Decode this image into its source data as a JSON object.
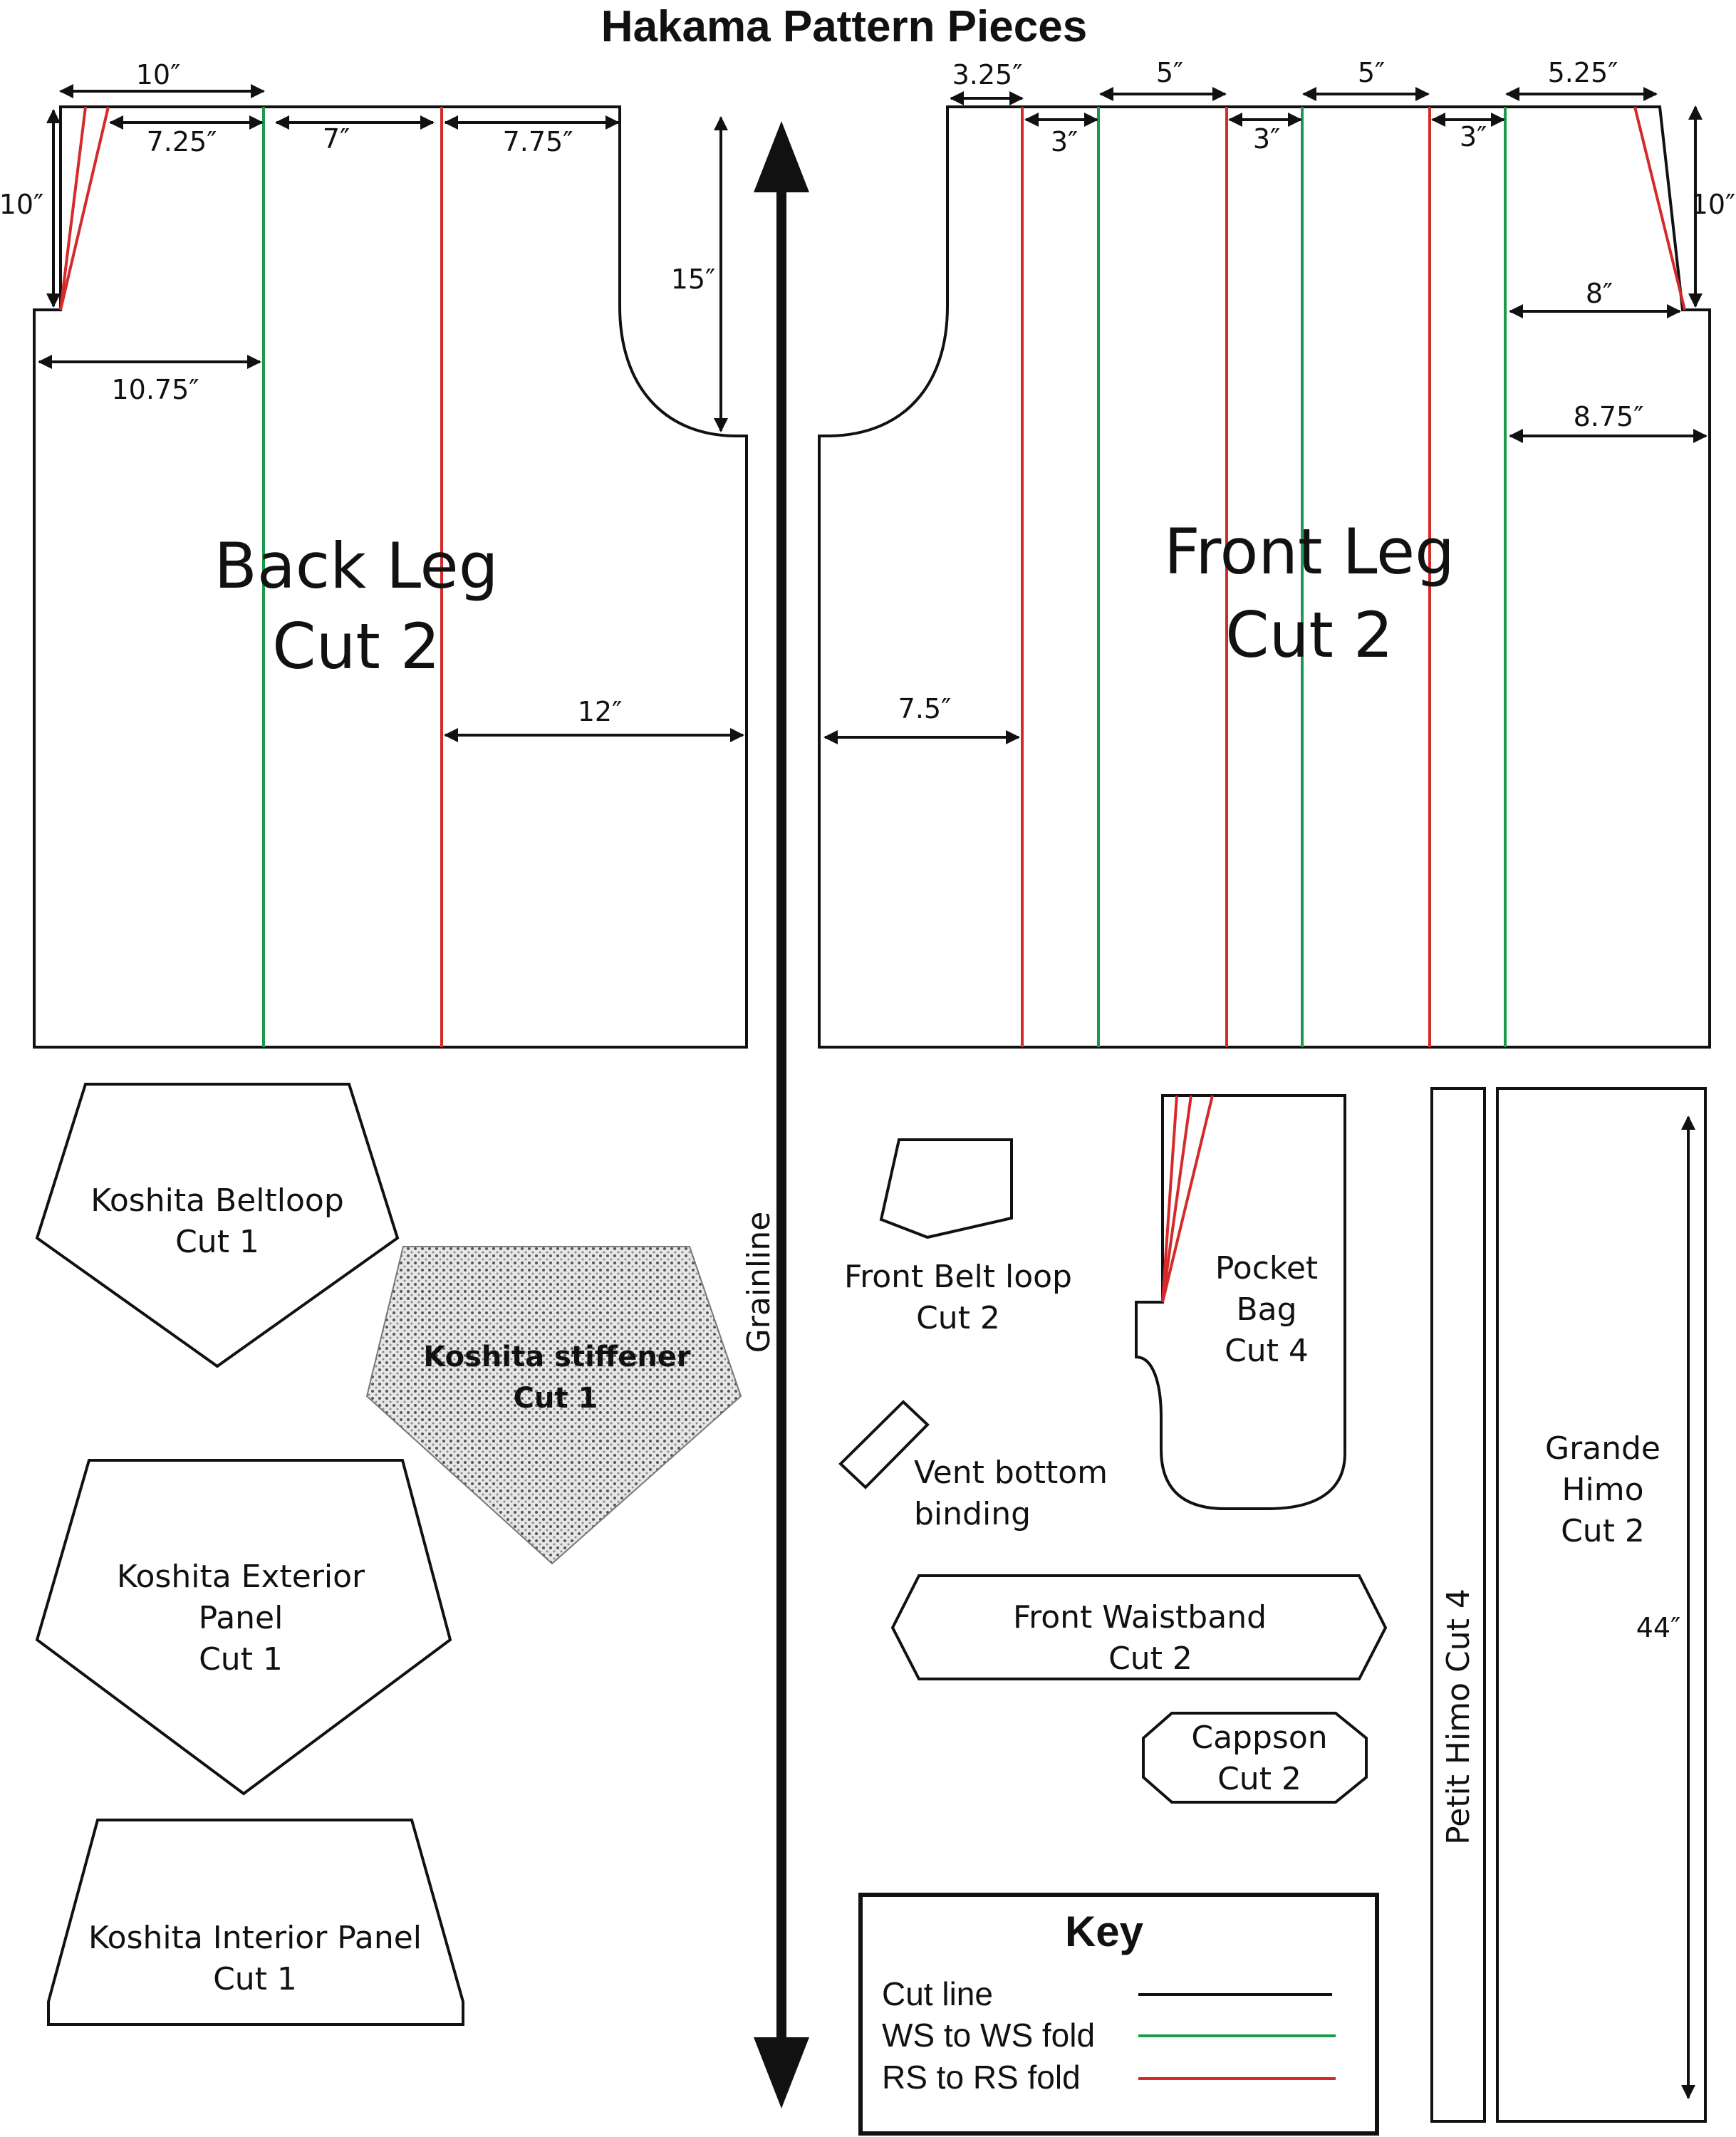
{
  "title": "Hakama Pattern Pieces",
  "grainline": "Grainline",
  "colors": {
    "cut": "#111111",
    "ws_fold": "#1a9a4a",
    "rs_fold": "#d42a2a"
  },
  "back_leg": {
    "name": "Back Leg",
    "cut": "Cut 2",
    "dims": {
      "top_total": "10″",
      "side": "10″",
      "p1": "7.25″",
      "p2": "7″",
      "p3": "7.75″",
      "crotch": "15″",
      "hip": "10.75″",
      "leg": "12″"
    }
  },
  "front_leg": {
    "name": "Front Leg",
    "cut": "Cut 2",
    "dims": {
      "a": "3.25″",
      "b": "5″",
      "c": "5″",
      "d": "5.25″",
      "g1": "3″",
      "g2": "3″",
      "g3": "3″",
      "side": "10″",
      "e": "8″",
      "f": "8.75″",
      "leg": "7.5″"
    }
  },
  "pieces": {
    "koshita_beltloop": [
      "Koshita Beltloop",
      "Cut 1"
    ],
    "koshita_stiffener": [
      "Koshita stiffener",
      "Cut 1"
    ],
    "koshita_exterior": [
      "Koshita Exterior",
      "Panel",
      "Cut 1"
    ],
    "koshita_interior": [
      "Koshita Interior Panel",
      "Cut 1"
    ],
    "front_belt_loop": [
      "Front Belt loop",
      "Cut 2"
    ],
    "pocket_bag": [
      "Pocket",
      "Bag",
      "Cut 4"
    ],
    "vent_binding": [
      "Vent bottom",
      "binding"
    ],
    "front_waistband": [
      "Front Waistband",
      "Cut  2"
    ],
    "cappson": [
      "Cappson",
      "Cut 2"
    ],
    "petit_himo": "Petit Himo Cut 4",
    "grande_himo": [
      "Grande",
      "Himo",
      "Cut 2"
    ],
    "grande_himo_length": "44″"
  },
  "key": {
    "title": "Key",
    "items": [
      {
        "label": "Cut line",
        "color": "#111111"
      },
      {
        "label": "WS to WS fold",
        "color": "#1a9a4a"
      },
      {
        "label": "RS to RS fold",
        "color": "#d42a2a"
      }
    ]
  }
}
